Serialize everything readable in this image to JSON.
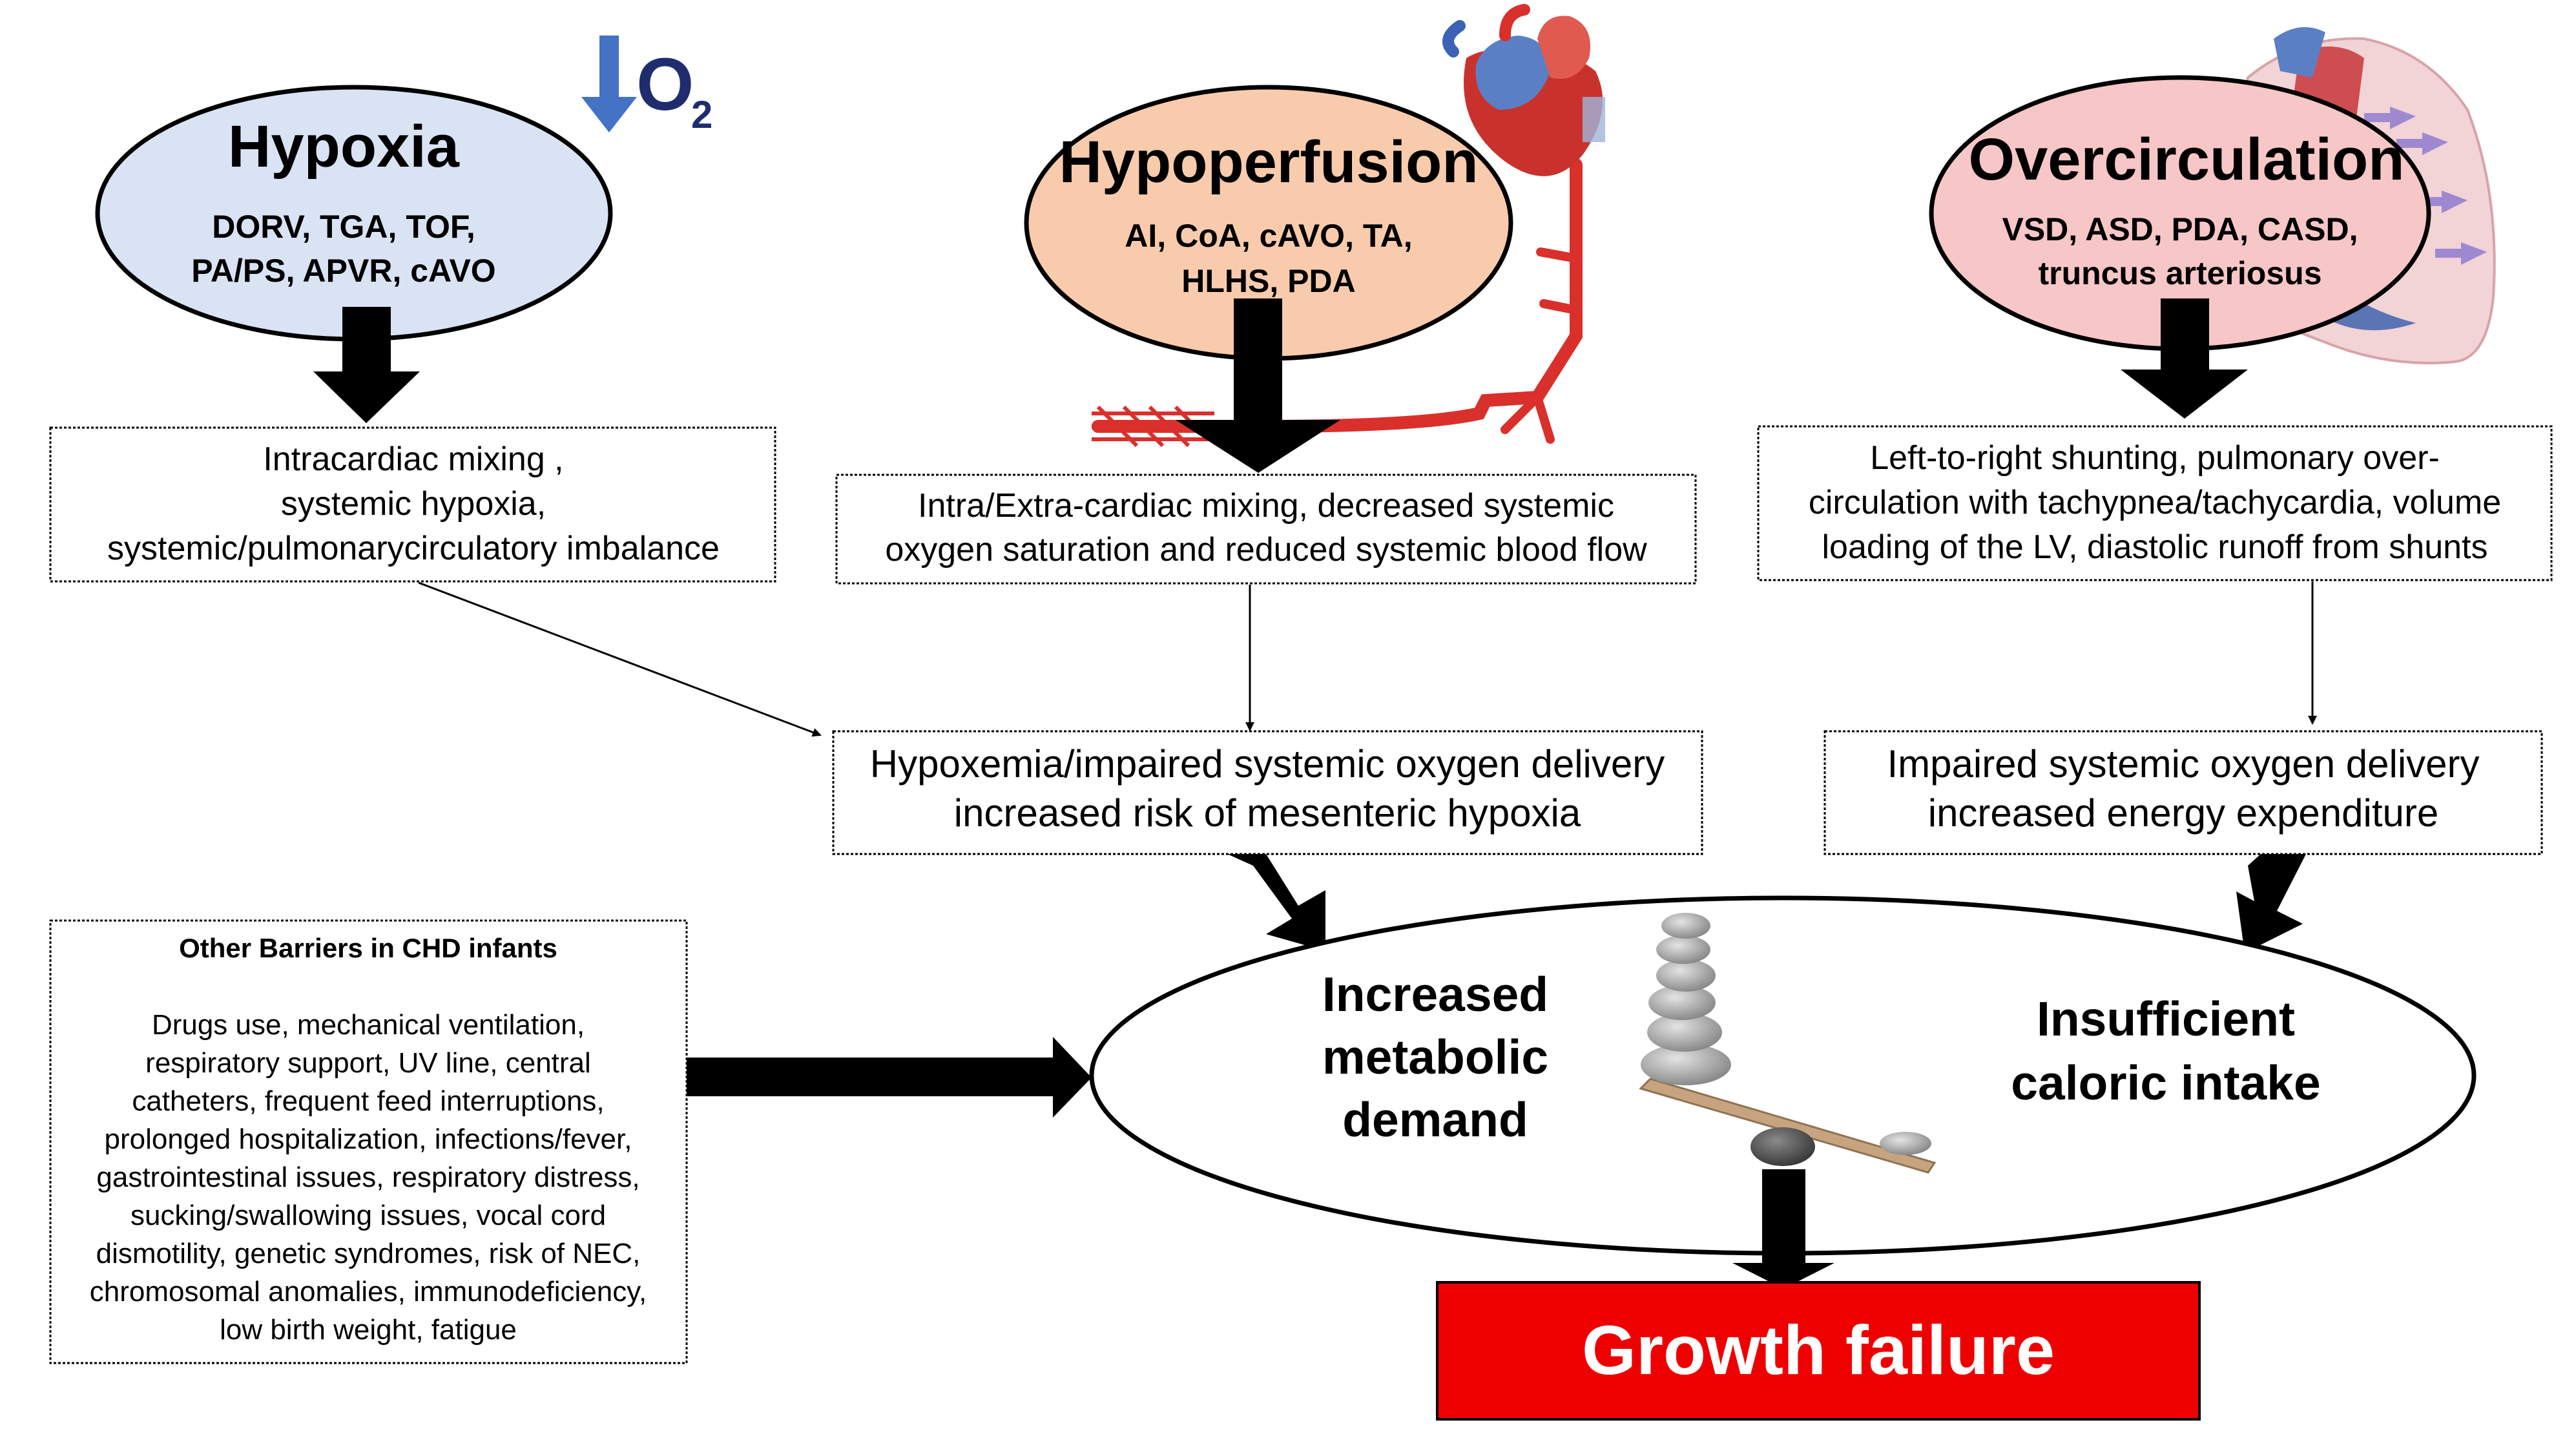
{
  "o2": {
    "label": "O",
    "subscript": "2"
  },
  "hypoxia": {
    "title": "Hypoxia",
    "lines": [
      "DORV, TGA, TOF,",
      "PA/PS, APVR, cAVO"
    ],
    "mechanism": [
      "Intracardiac mixing ,",
      "systemic hypoxia,",
      "systemic/pulmonarycirculatory imbalance"
    ]
  },
  "hypoperfusion": {
    "title": "Hypoperfusion",
    "lines": [
      "AI, CoA, cAVO, TA,",
      "HLHS, PDA"
    ],
    "mechanism": [
      "Intra/Extra-cardiac mixing, decreased systemic",
      "oxygen saturation and reduced systemic blood flow"
    ]
  },
  "overcirculation": {
    "title": "Overcirculation",
    "lines": [
      "VSD, ASD, PDA, CASD,",
      "truncus arteriosus"
    ],
    "mechanism": [
      "Left-to-right shunting, pulmonary over-",
      "circulation with tachypnea/tachycardia, volume",
      "loading of the LV, diastolic runoff from shunts"
    ]
  },
  "hypoxemia_box": [
    "Hypoxemia/impaired systemic oxygen delivery",
    "increased risk of mesenteric hypoxia"
  ],
  "energy_box": [
    "Impaired systemic oxygen delivery",
    "increased energy expenditure"
  ],
  "barriers": {
    "title": "Other Barriers in CHD infants",
    "lines": [
      "Drugs use, mechanical ventilation,",
      "respiratory support, UV line, central",
      "catheters, frequent feed interruptions,",
      "prolonged hospitalization, infections/fever,",
      "gastrointestinal issues, respiratory distress,",
      "sucking/swallowing issues, vocal cord",
      "dismotility, genetic syndromes, risk of NEC,",
      "chromosomal anomalies, immunodeficiency,",
      "low birth weight, fatigue"
    ]
  },
  "balance": {
    "left": [
      "Increased",
      "metabolic",
      "demand"
    ],
    "right": [
      "Insufficient",
      "caloric intake"
    ]
  },
  "outcome": {
    "label": "Growth failure"
  },
  "colors": {
    "hypoxia_fill": "#dae3f3",
    "hypoperfusion_fill": "#f8cbad",
    "overcirculation_fill": "#f7c6c6",
    "outcome_fill": "#ee0000",
    "o2_arrow": "#4472c4",
    "o2_text": "#1f2d6e",
    "artery": "#d9302c"
  }
}
